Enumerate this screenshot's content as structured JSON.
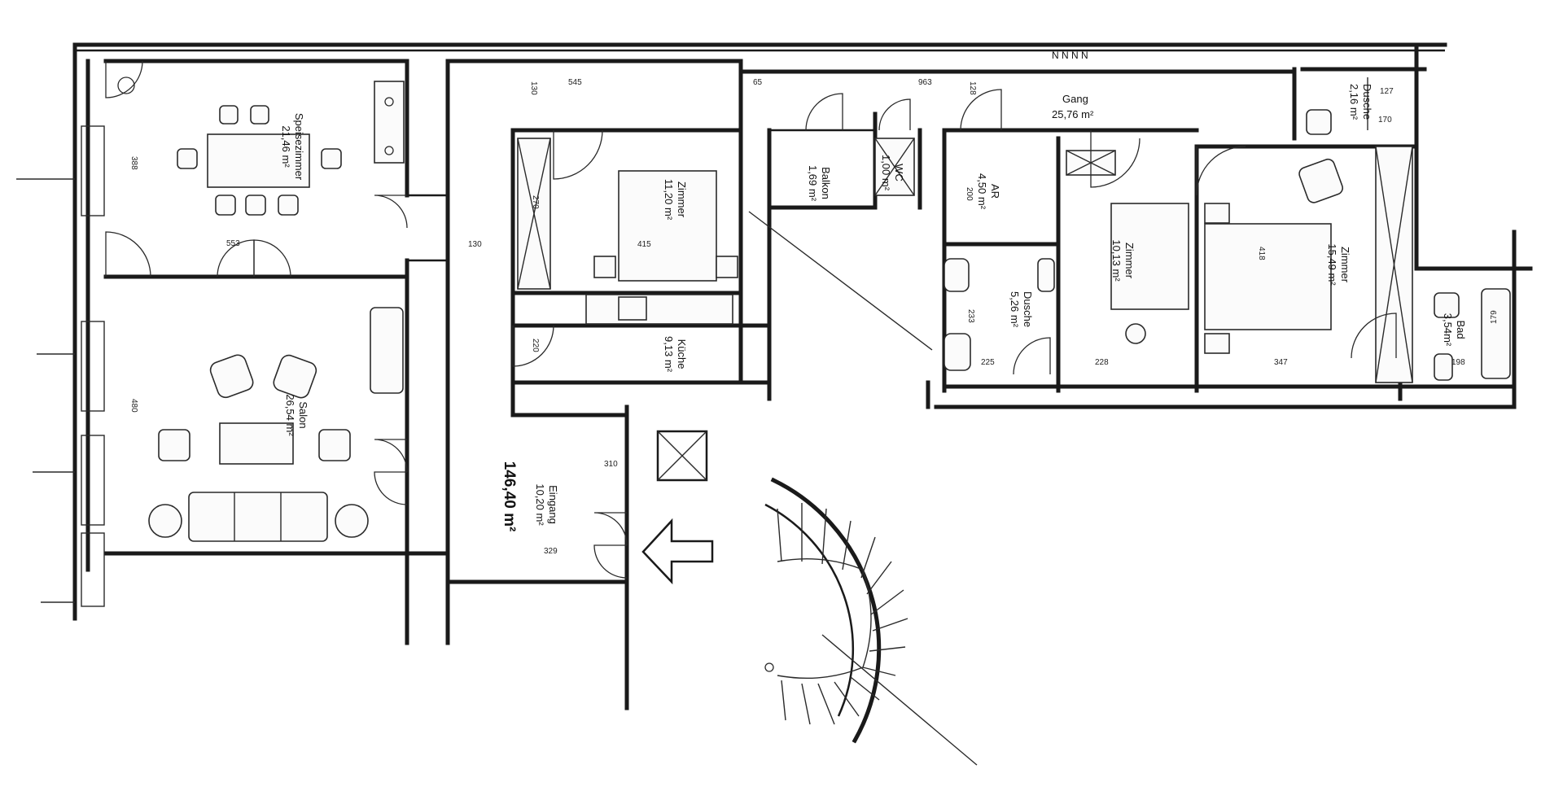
{
  "plan": {
    "total_area": "146,40 m²",
    "north_marks": "N N N N",
    "rooms": {
      "speisezimmer": {
        "name": "Speisezimmer",
        "area": "21,46 m²"
      },
      "salon": {
        "name": "Salon",
        "area": "26,54 m²"
      },
      "zimmer1": {
        "name": "Zimmer",
        "area": "11,20 m²"
      },
      "kueche": {
        "name": "Küche",
        "area": "9,13 m²"
      },
      "eingang": {
        "name": "Eingang",
        "area": "10,20 m²"
      },
      "balkon": {
        "name": "Balkon",
        "area": "1,69 m²"
      },
      "wc": {
        "name": "WC",
        "area": "1,00 m²"
      },
      "ar": {
        "name": "AR",
        "area": "4,50 m²"
      },
      "dusche1": {
        "name": "Dusche",
        "area": "5,26 m²"
      },
      "zimmer2": {
        "name": "Zimmer",
        "area": "10,13 m²"
      },
      "zimmer3": {
        "name": "Zimmer",
        "area": "15,49 m²"
      },
      "bad": {
        "name": "Bad",
        "area": "3,54m²"
      },
      "dusche2": {
        "name": "Dusche",
        "area": "2,16 m²"
      },
      "gang": {
        "name": "Gang",
        "area": "25,76 m²"
      }
    },
    "dimensions": {
      "d388": "388",
      "d553": "553",
      "d480": "480",
      "d130a": "130",
      "d545": "545",
      "d65": "65",
      "d963": "963",
      "d128": "128",
      "d130b": "130",
      "d270": "270",
      "d415": "415",
      "d220": "220",
      "d310": "310",
      "d329": "329",
      "d200": "200",
      "d233": "233",
      "d225": "225",
      "d228": "228",
      "d418": "418",
      "d347": "347",
      "d127": "127",
      "d170": "170",
      "d179": "179",
      "d198": "198"
    }
  }
}
